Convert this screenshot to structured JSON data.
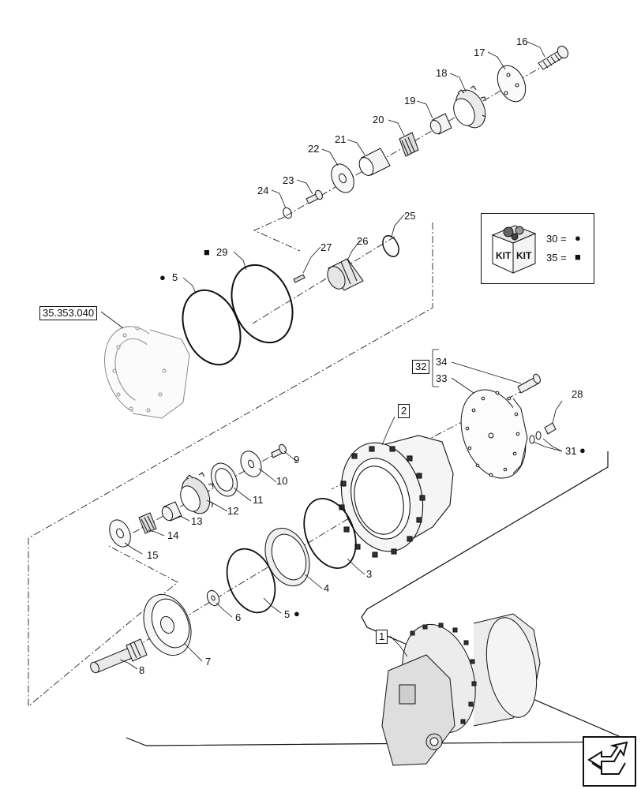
{
  "callouts": {
    "p1": "1",
    "p2": "2",
    "p3": "3",
    "p4": "4",
    "p5a": "5",
    "p5b": "5",
    "p6": "6",
    "p7": "7",
    "p8": "8",
    "p9": "9",
    "p10": "10",
    "p11": "11",
    "p12": "12",
    "p13": "13",
    "p14": "14",
    "p15": "15",
    "p16": "16",
    "p17": "17",
    "p18": "18",
    "p19": "19",
    "p20": "20",
    "p21": "21",
    "p22": "22",
    "p23": "23",
    "p24": "24",
    "p25": "25",
    "p26": "26",
    "p27": "27",
    "p28": "28",
    "p29": "29",
    "p31": "31",
    "p33": "33",
    "p34": "34"
  },
  "boxed_refs": {
    "ref_assembly": "1",
    "ref_housing": "2",
    "ref_kit32": "32",
    "ref_section": "35.353.040"
  },
  "legend": {
    "kit_text_1": "KIT",
    "kit_text_2": "KIT",
    "row_circle": "30 =",
    "row_square": "35 =",
    "circle_symbol": "●",
    "square_symbol": "■"
  },
  "symbols": {
    "circle": "●",
    "square": "■"
  },
  "icons": {
    "nav": "arrow-nav-icon"
  }
}
